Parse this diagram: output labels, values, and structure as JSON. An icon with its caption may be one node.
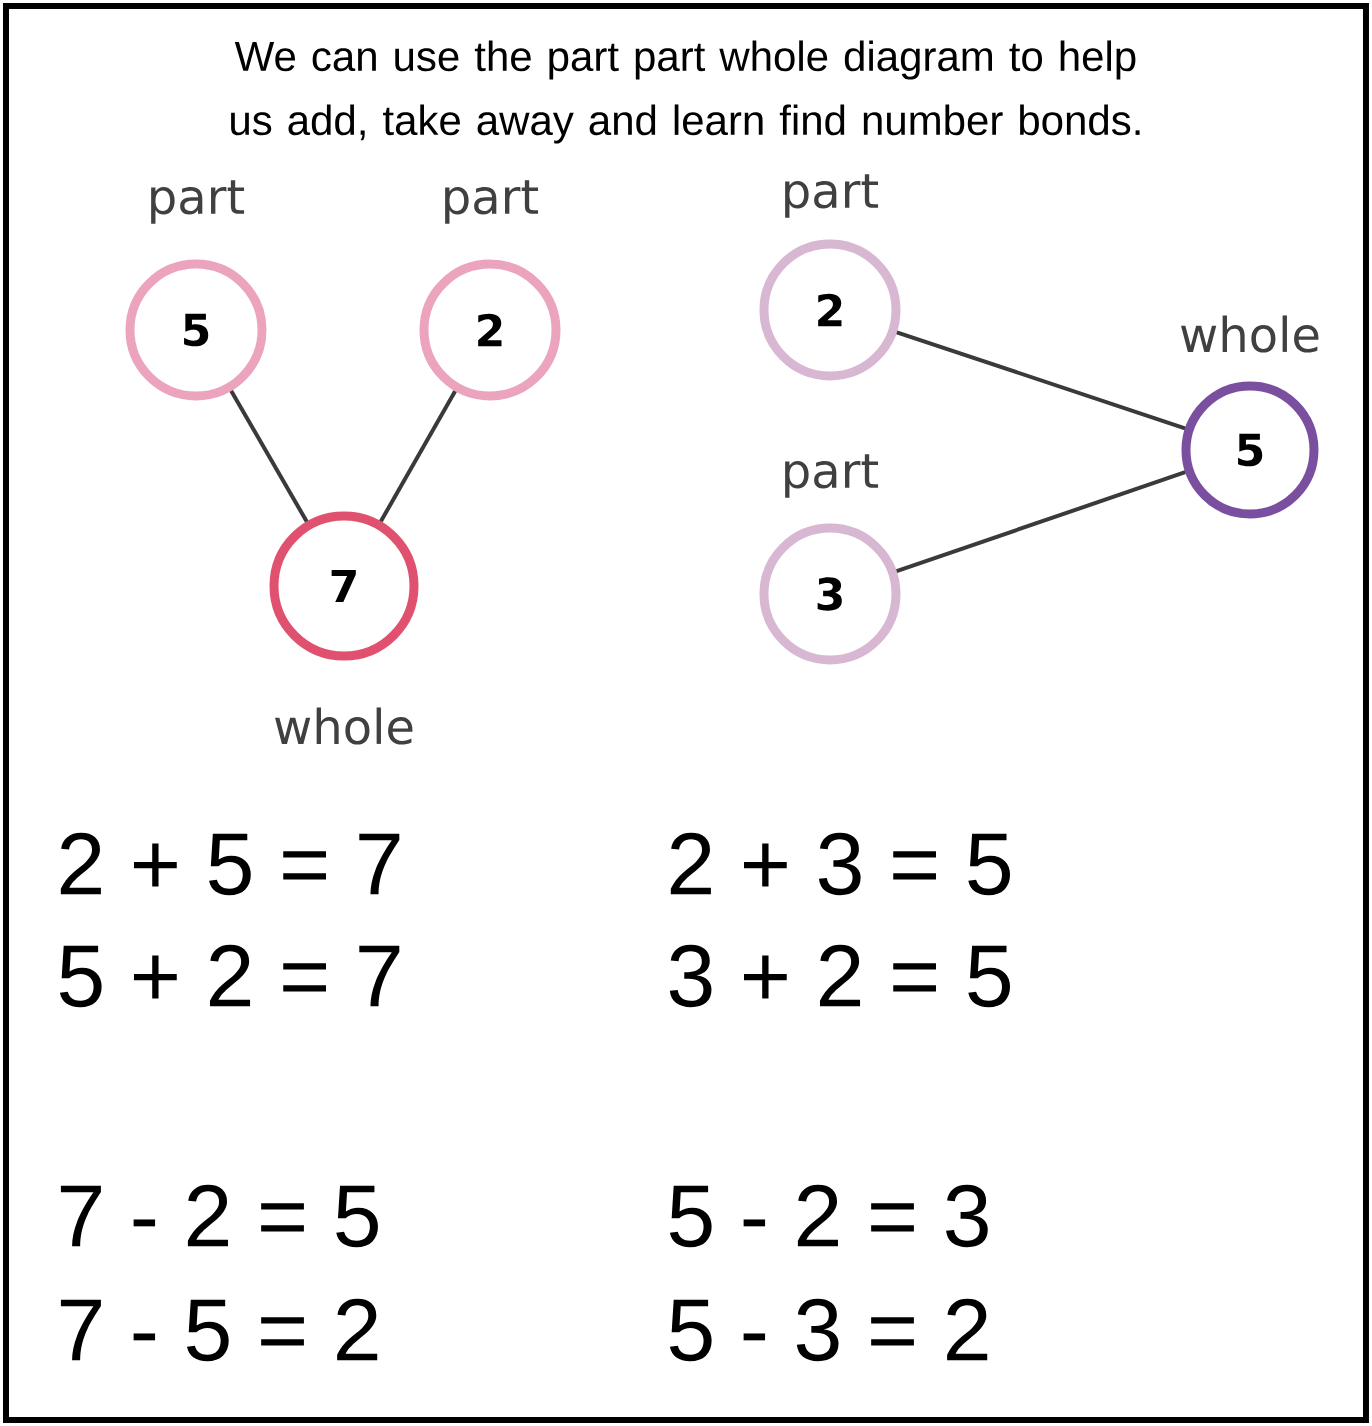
{
  "diagram": {
    "title": "We can use the part part whole diagram to help us add, take away and learn find number bonds.",
    "nodes": [
      {
        "text": [
          "5"
        ],
        "beside": [
          "part"
        ]
      },
      {
        "text": [
          "2"
        ],
        "beside": [
          "part"
        ]
      },
      {
        "text": [
          "7"
        ],
        "beside": [
          "whole"
        ]
      },
      {
        "text": [
          "2"
        ],
        "beside": [
          "part"
        ]
      },
      {
        "text": [
          "3"
        ],
        "beside": [
          "part"
        ]
      },
      {
        "text": [
          "5"
        ],
        "beside": [
          "whole"
        ]
      }
    ],
    "edges": [
      {
        "from": 0,
        "to": 2,
        "arrow": "none"
      },
      {
        "from": 1,
        "to": 2,
        "arrow": "none"
      },
      {
        "from": 3,
        "to": 5,
        "arrow": "none"
      },
      {
        "from": 4,
        "to": 5,
        "arrow": "none"
      }
    ],
    "labels": [
      "2 + 5 = 7",
      "2 + 3 = 5",
      "5 + 2 = 7",
      "3 + 2 = 5",
      "7 - 2 = 5",
      "5 - 2 = 3",
      "7 - 5 = 2",
      "5 - 3 = 2"
    ]
  }
}
